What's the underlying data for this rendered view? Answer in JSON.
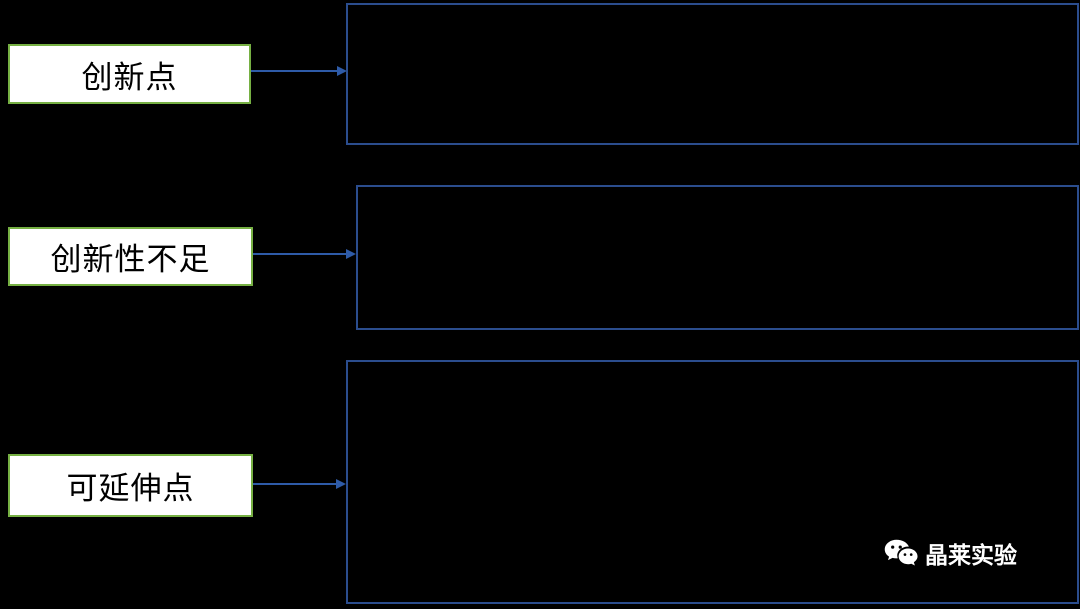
{
  "diagram": {
    "labels": [
      {
        "text": "创新点"
      },
      {
        "text": "创新性不足"
      },
      {
        "text": "可延伸点"
      }
    ],
    "content_boxes": [
      {
        "text": ""
      },
      {
        "text": ""
      },
      {
        "text": ""
      }
    ],
    "watermark": {
      "icon": "wechat-icon",
      "text": "晶莱实验"
    }
  },
  "colors": {
    "background": "#000000",
    "label_background": "#ffffff",
    "label_border": "#76b043",
    "label_text": "#000000",
    "content_background": "#000000",
    "content_border": "#2b4d8e",
    "arrow": "#2e5ba8",
    "watermark_text": "#ffffff"
  }
}
